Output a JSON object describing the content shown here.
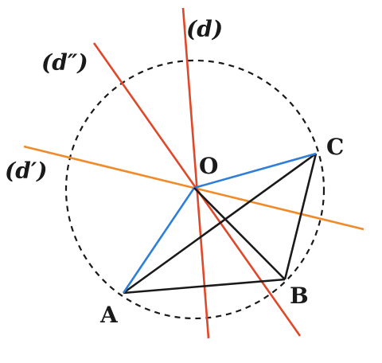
{
  "points": {
    "A": "A",
    "B": "B",
    "C": "C",
    "O": "O"
  },
  "lines": {
    "d": "(d)",
    "d_prime": "(d′)",
    "d_double_prime": "(d″)"
  },
  "colors": {
    "triangle_sides": "#1a1a1a",
    "radii": "#2f7fd8",
    "line_d": "#e0482a",
    "line_d_prime": "#f08a2a",
    "line_d_double_prime": "#e0482a",
    "circumcircle": "#1a1a1a",
    "median_ob": "#1a1a1a"
  }
}
